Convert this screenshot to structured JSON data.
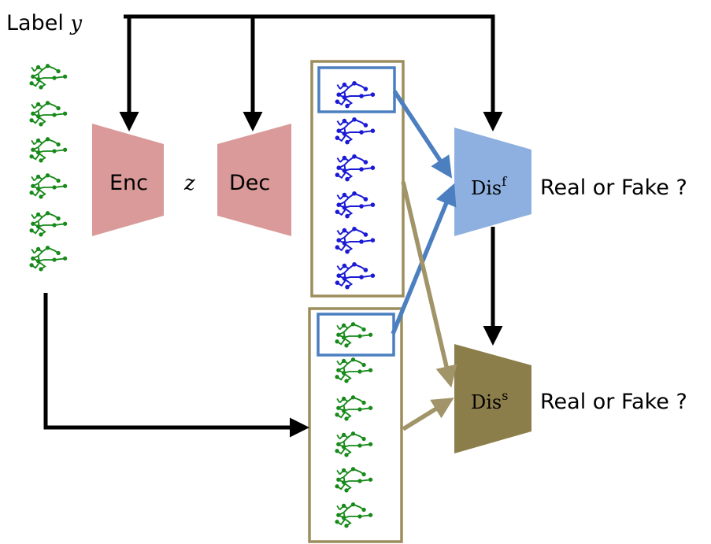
{
  "label_y": {
    "prefix": "Label ",
    "var": "y"
  },
  "latent": "z",
  "encoder": {
    "label": "Enc",
    "color": "#d99a99"
  },
  "decoder": {
    "label": "Dec",
    "color": "#d99a99"
  },
  "dis_frame": {
    "base": "Dis",
    "sup": "f",
    "color": "#8eb0e0",
    "output": "Real or Fake ?"
  },
  "dis_sequence": {
    "base": "Dis",
    "sup": "s",
    "color": "#8c7e4a",
    "output": "Real or Fake ?"
  },
  "colors": {
    "real_skeleton": "#178a1a",
    "generated_skeleton": "#1a1ad6",
    "frame_box": "#4b7fc0",
    "sequence_box": "#9c8e5c",
    "arrow_black": "#000000",
    "arrow_blue": "#4b7fc0",
    "arrow_olive": "#a09468"
  }
}
